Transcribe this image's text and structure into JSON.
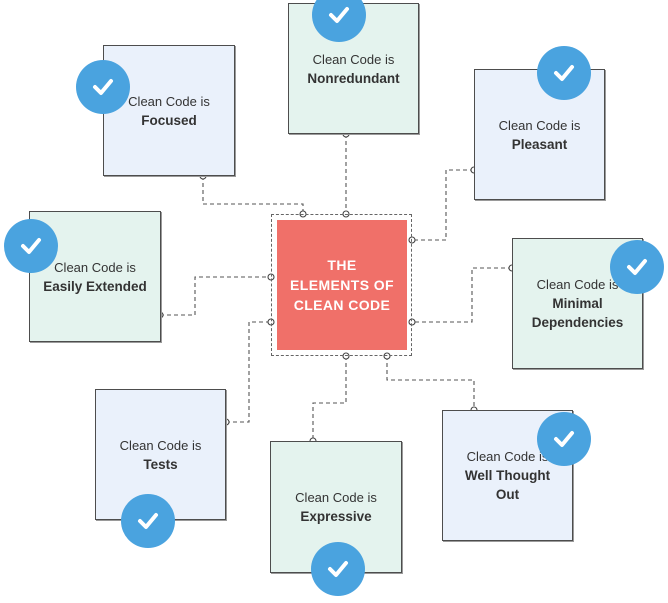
{
  "center": {
    "title": "THE ELEMENTS OF CLEAN CODE",
    "color": "#f07069"
  },
  "prefix": "Clean Code is",
  "badge_icon": "check-icon",
  "colors": {
    "badge": "#4aa3df",
    "card_blue": "#eaf1fb",
    "card_green": "#e4f3ee"
  },
  "elements": [
    {
      "name": "Focused"
    },
    {
      "name": "Nonredundant"
    },
    {
      "name": "Pleasant"
    },
    {
      "name": "Easily Extended"
    },
    {
      "name": "Minimal Dependencies"
    },
    {
      "name": "Tests"
    },
    {
      "name": "Expressive"
    },
    {
      "name": "Well Thought Out"
    }
  ]
}
